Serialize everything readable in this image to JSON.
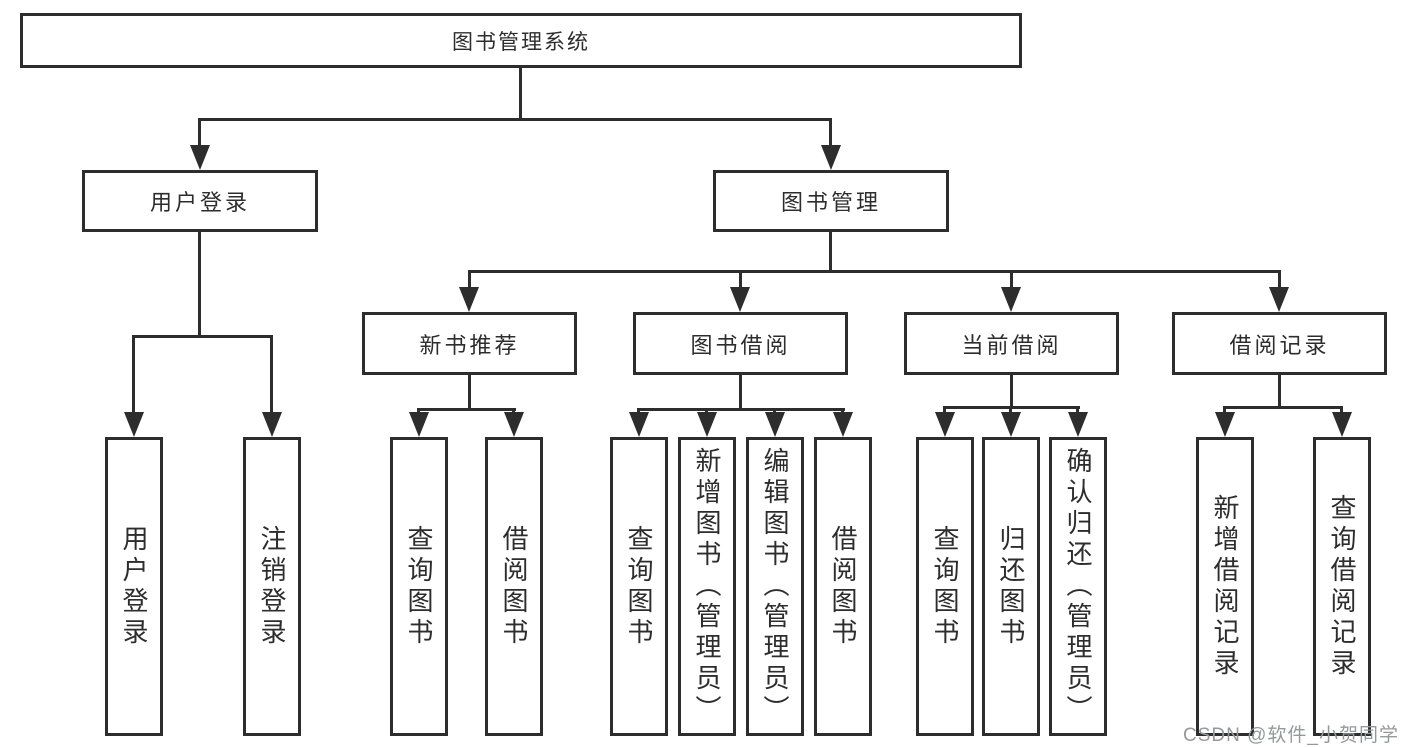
{
  "diagram": {
    "root": {
      "label": "图书管理系统"
    },
    "level2": {
      "user_login": "用户登录",
      "book_management": "图书管理"
    },
    "level3": {
      "new_book_recommend": "新书推荐",
      "book_borrow": "图书借阅",
      "current_borrow": "当前借阅",
      "borrow_records": "借阅记录"
    },
    "leaves": {
      "user_login": "用户登录",
      "logout": "注销登录",
      "nb_query_books": "查询图书",
      "nb_borrow_books": "借阅图书",
      "bb_query_books": "查询图书",
      "bb_add_book_admin": "新增图书（管理员）",
      "bb_edit_book_admin": "编辑图书（管理员）",
      "bb_borrow_books": "借阅图书",
      "cb_query_books": "查询图书",
      "cb_return_book": "归还图书",
      "cb_confirm_return_admin": "确认归还（管理员）",
      "br_add_record": "新增借阅记录",
      "br_query_record": "查询借阅记录"
    },
    "watermark": "CSDN @软件_小贺同学",
    "colors": {
      "line": "#2d2d2d",
      "watermark": "#96989b",
      "background": "#ffffff"
    }
  }
}
